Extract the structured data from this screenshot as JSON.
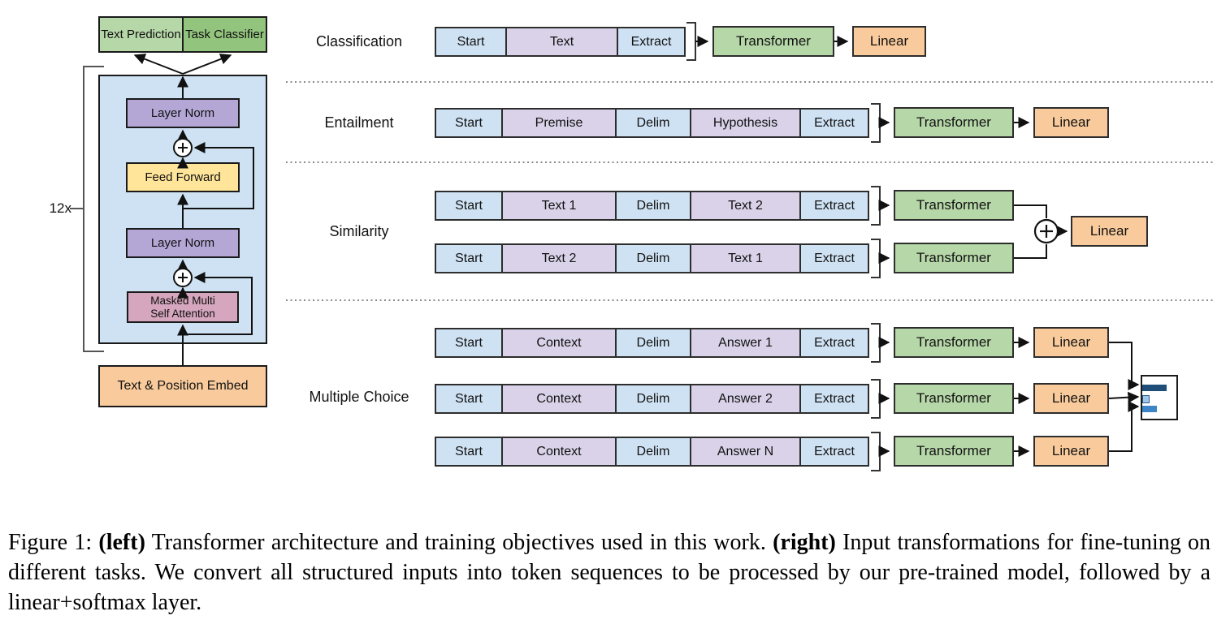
{
  "palette": {
    "token_blue": "#cfe2f3",
    "token_purple": "#d9d2e9",
    "transformer_green": "#b6d7a8",
    "linear_orange": "#f9cb9c",
    "task_classifier_green": "#93c47d",
    "layer_norm_purple": "#b4a7d6",
    "feed_forward_yellow": "#ffe599",
    "attention_pink": "#d5a6bd",
    "block_blue": "#cfe2f3",
    "bar_dark_blue": "#1f4e79",
    "bar_light_blue": "#9fc5e8",
    "bar_mid_blue": "#3d85c6"
  },
  "left": {
    "repeat_label": "12x",
    "outputs": {
      "text_prediction": "Text Prediction",
      "task_classifier": "Task Classifier"
    },
    "layers": {
      "layer_norm_top": "Layer Norm",
      "feed_forward": "Feed Forward",
      "layer_norm_bottom": "Layer Norm",
      "attention_line1": "Masked Multi",
      "attention_line2": "Self Attention",
      "embed": "Text & Position Embed"
    },
    "icons": [
      "add-icon",
      "add-icon"
    ]
  },
  "right": {
    "transformer_label": "Transformer",
    "linear_label": "Linear",
    "labels": {
      "classification": "Classification",
      "entailment": "Entailment",
      "similarity": "Similarity",
      "multiple_choice": "Multiple Choice"
    },
    "classification": {
      "cells": [
        "Start",
        "Text",
        "Extract"
      ]
    },
    "entailment": {
      "cells": [
        "Start",
        "Premise",
        "Delim",
        "Hypothesis",
        "Extract"
      ]
    },
    "similarity": {
      "rows": [
        [
          "Start",
          "Text 1",
          "Delim",
          "Text 2",
          "Extract"
        ],
        [
          "Start",
          "Text 2",
          "Delim",
          "Text 1",
          "Extract"
        ]
      ]
    },
    "multiple_choice": {
      "rows": [
        [
          "Start",
          "Context",
          "Delim",
          "Answer 1",
          "Extract"
        ],
        [
          "Start",
          "Context",
          "Delim",
          "Answer 2",
          "Extract"
        ],
        [
          "Start",
          "Context",
          "Delim",
          "Answer N",
          "Extract"
        ]
      ]
    }
  },
  "caption": {
    "part1": "Figure 1: ",
    "bold1": "(left)",
    "part2": " Transformer architecture and training objectives used in this work. ",
    "bold2": "(right)",
    "part3": " Input transformations for fine-tuning on different tasks.  We convert all structured inputs into token sequences to be processed by our pre-trained model, followed by a linear+softmax layer."
  }
}
